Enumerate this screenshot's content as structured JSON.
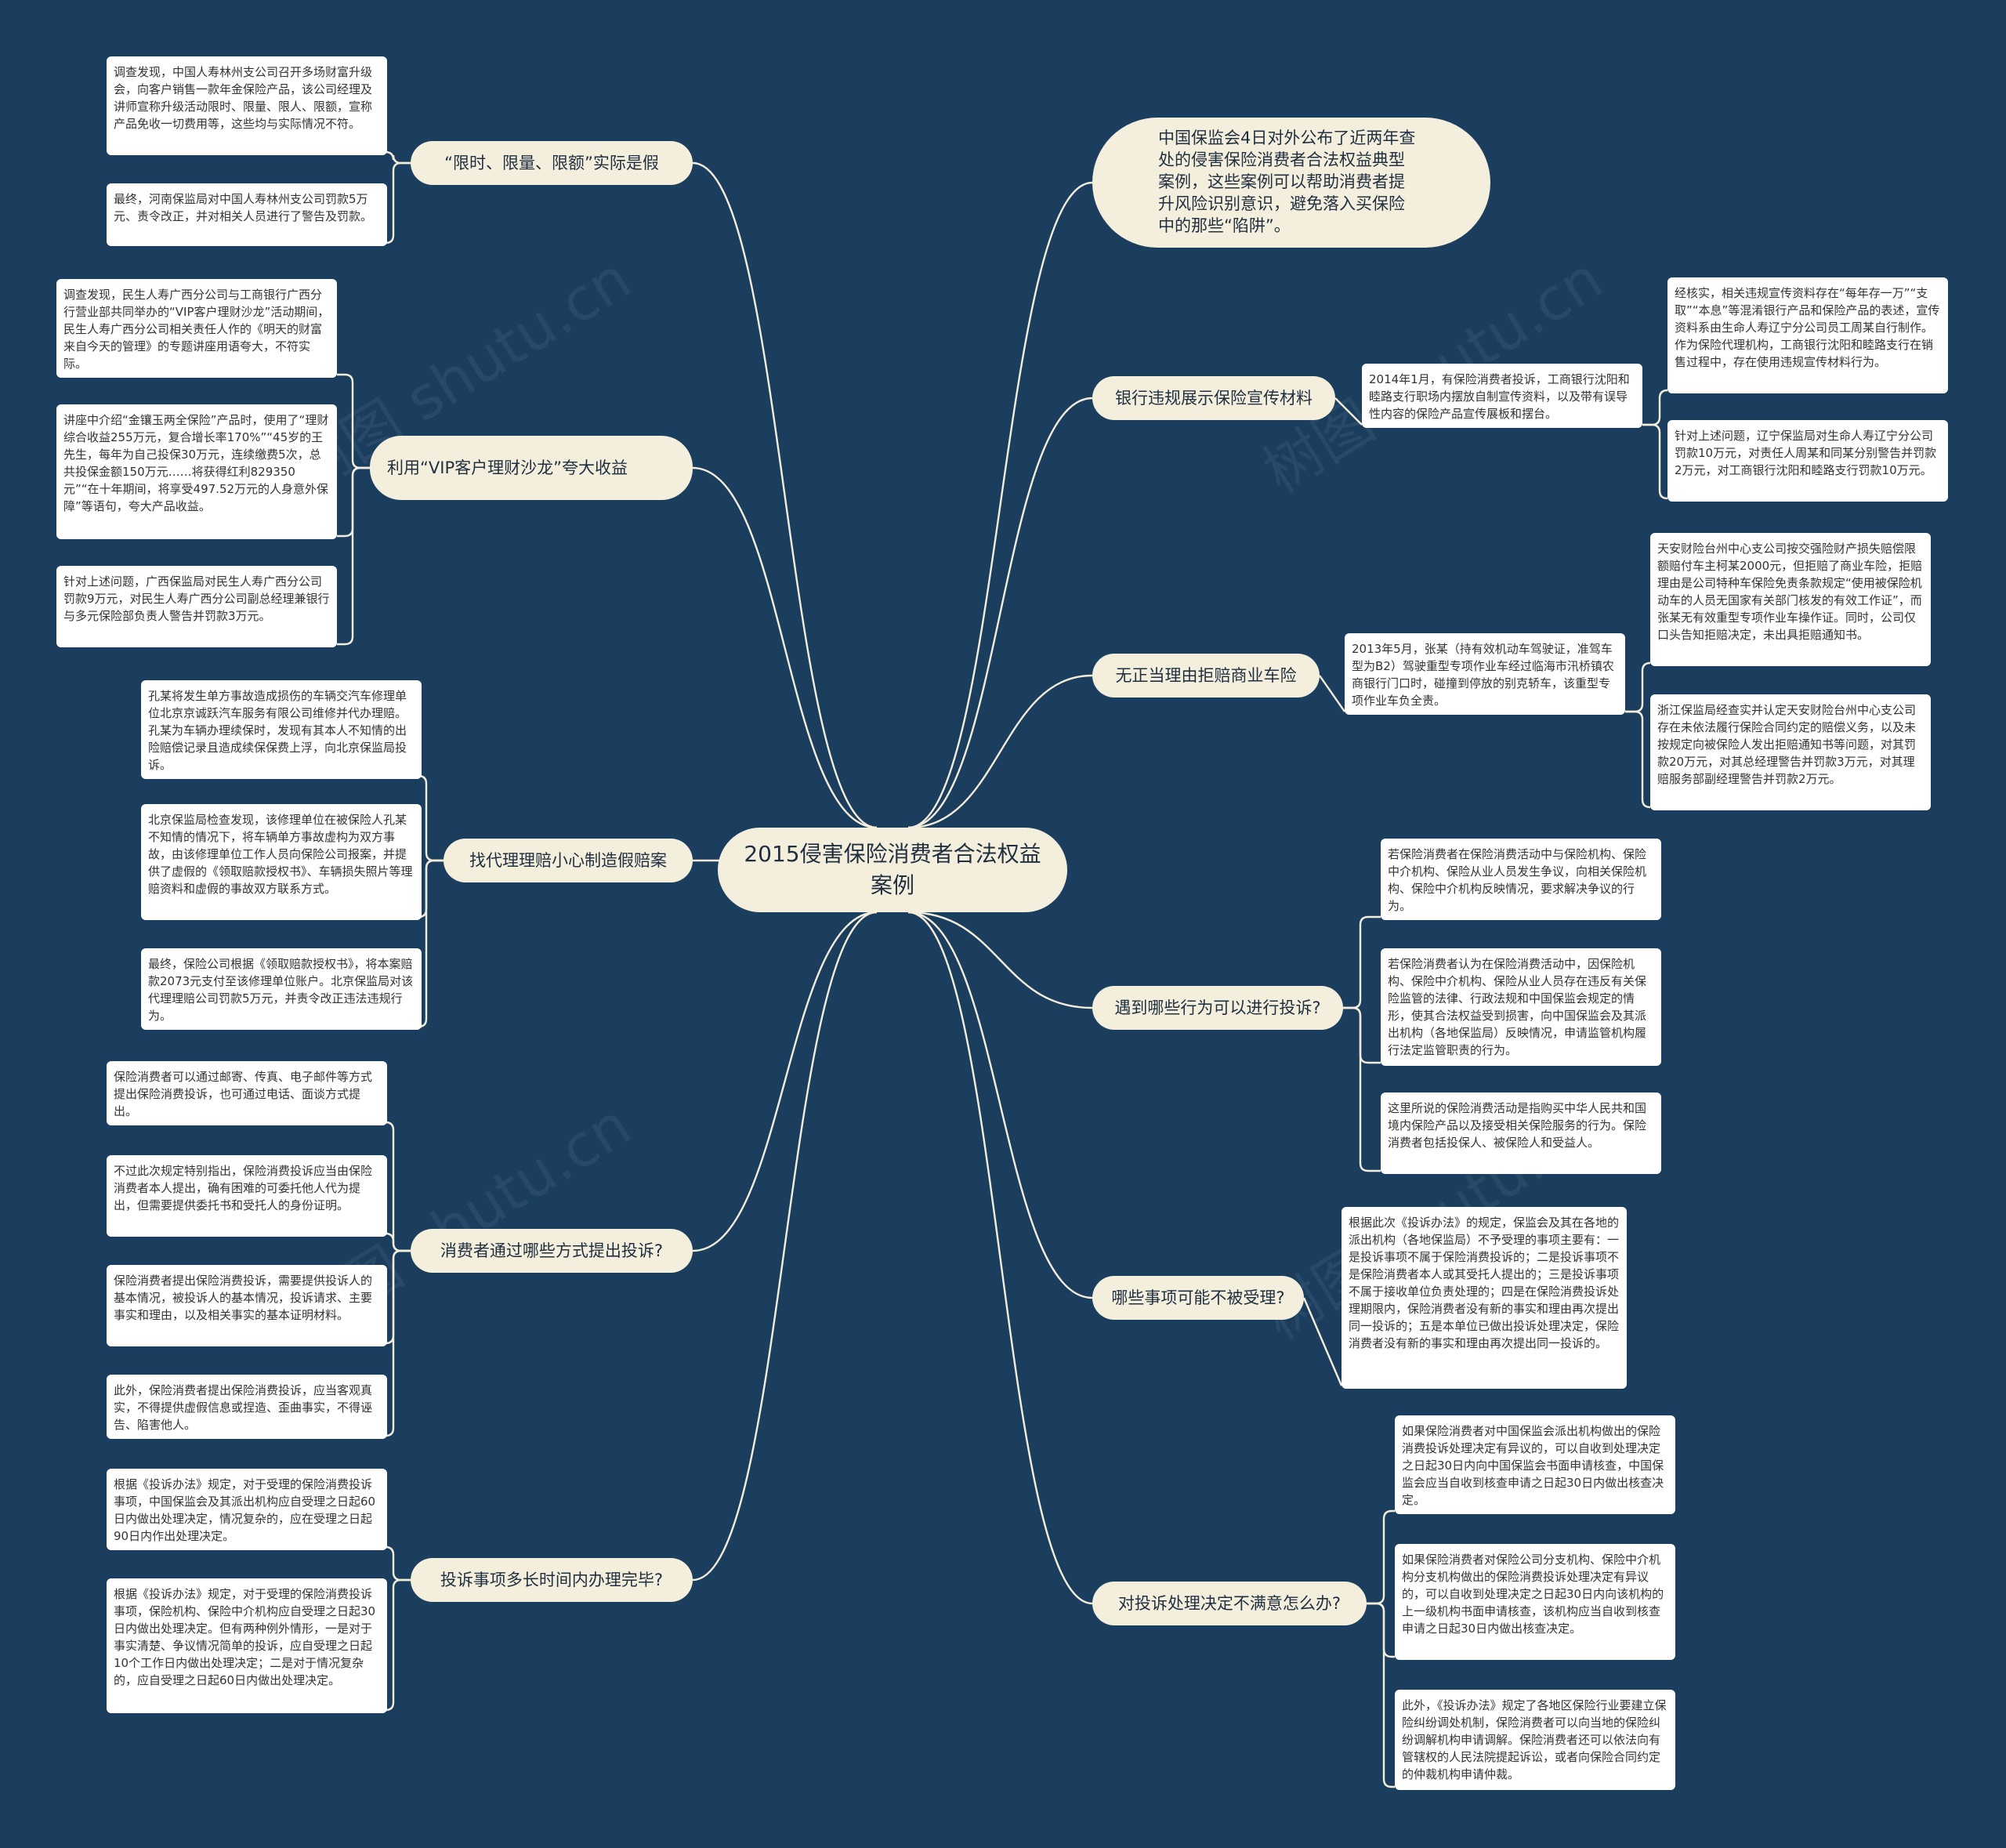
{
  "root": "2015侵害保险消费者合法权益案例",
  "intro": "中国保监会4日对外公布了近两年查处的侵害保险消费者合法权益典型案例，这些案例可以帮助消费者提升风险识别意识，避免落入买保险中的那些“陷阱”。",
  "left": [
    {
      "topic": "“限时、限量、限额”实际是假",
      "leaves": [
        "调查发现，中国人寿林州支公司召开多场财富升级会，向客户销售一款年金保险产品，该公司经理及讲师宣称升级活动限时、限量、限人、限额，宣称产品免收一切费用等，这些均与实际情况不符。",
        "最终，河南保监局对中国人寿林州支公司罚款5万元、责令改正，并对相关人员进行了警告及罚款。"
      ]
    },
    {
      "topic": "利用“VIP客户理财沙龙”夸大收益",
      "leaves": [
        "调查发现，民生人寿广西分公司与工商银行广西分行营业部共同举办的“VIP客户理财沙龙”活动期间，民生人寿广西分公司相关责任人作的《明天的财富来自今天的管理》的专题讲座用语夸大，不符实际。",
        "讲座中介绍“金镶玉两全保险”产品时，使用了“理财综合收益255万元，复合增长率170%”“45岁的王先生，每年为自己投保30万元，连续缴费5次，总共投保金额150万元……将获得红利829350元”“在十年期间，将享受497.52万元的人身意外保障”等语句，夸大产品收益。",
        "针对上述问题，广西保监局对民生人寿广西分公司罚款9万元，对民生人寿广西分公司副总经理兼银行与多元保险部负责人警告并罚款3万元。"
      ]
    },
    {
      "topic": "找代理理赔小心制造假赔案",
      "leaves": [
        "孔某将发生单方事故造成损伤的车辆交汽车修理单位北京京诚跃汽车服务有限公司维修并代办理赔。孔某为车辆办理续保时，发现有其本人不知情的出险赔偿记录且造成续保保费上浮，向北京保监局投诉。",
        "北京保监局检查发现，该修理单位在被保险人孔某不知情的情况下，将车辆单方事故虚构为双方事故，由该修理单位工作人员向保险公司报案，并提供了虚假的《领取赔款授权书》、车辆损失照片等理赔资料和虚假的事故双方联系方式。",
        "最终，保险公司根据《领取赔款授权书》，将本案赔款2073元支付至该修理单位账户。北京保监局对该代理理赔公司罚款5万元，并责令改正违法违规行为。"
      ]
    },
    {
      "topic": "消费者通过哪些方式提出投诉?",
      "leaves": [
        "保险消费者可以通过邮寄、传真、电子邮件等方式提出保险消费投诉，也可通过电话、面谈方式提出。",
        "不过此次规定特别指出，保险消费投诉应当由保险消费者本人提出，确有困难的可委托他人代为提出，但需要提供委托书和受托人的身份证明。",
        "保险消费者提出保险消费投诉，需要提供投诉人的基本情况，被投诉人的基本情况，投诉请求、主要事实和理由，以及相关事实的基本证明材料。",
        "此外，保险消费者提出保险消费投诉，应当客观真实，不得提供虚假信息或捏造、歪曲事实，不得诬告、陷害他人。"
      ]
    },
    {
      "topic": "投诉事项多长时间内办理完毕?",
      "leaves": [
        "根据《投诉办法》规定，对于受理的保险消费投诉事项，中国保监会及其派出机构应自受理之日起60日内做出处理决定，情况复杂的，应在受理之日起90日内作出处理决定。",
        "根据《投诉办法》规定，对于受理的保险消费投诉事项，保险机构、保险中介机构应自受理之日起30日内做出处理决定。但有两种例外情形，一是对于事实清楚、争议情况简单的投诉，应自受理之日起10个工作日内做出处理决定；二是对于情况复杂的，应自受理之日起60日内做出处理决定。"
      ]
    }
  ],
  "right": [
    {
      "topic": "银行违规展示保险宣传材料",
      "mid": "2014年1月，有保险消费者投诉，工商银行沈阳和睦路支行职场内摆放自制宣传资料，以及带有误导性内容的保险产品宣传展板和摆台。",
      "leaves": [
        "经核实，相关违规宣传资料存在“每年存一万”“支取”“本息”等混淆银行产品和保险产品的表述，宣传资料系由生命人寿辽宁分公司员工周某自行制作。作为保险代理机构，工商银行沈阳和睦路支行在销售过程中，存在使用违规宣传材料行为。",
        "针对上述问题，辽宁保监局对生命人寿辽宁分公司罚款10万元，对责任人周某和同某分别警告并罚款2万元，对工商银行沈阳和睦路支行罚款10万元。"
      ]
    },
    {
      "topic": "无正当理由拒赔商业车险",
      "mid": "2013年5月，张某（持有效机动车驾驶证，准驾车型为B2）驾驶重型专项作业车经过临海市汛桥镇农商银行门口时，碰撞到停放的别克轿车，该重型专项作业车负全责。",
      "leaves": [
        "天安财险台州中心支公司按交强险财产损失赔偿限额赔付车主柯某2000元，但拒赔了商业车险，拒赔理由是公司特种车保险免责条款规定“使用被保险机动车的人员无国家有关部门核发的有效工作证”，而张某无有效重型专项作业车操作证。同时，公司仅口头告知拒赔决定，未出具拒赔通知书。",
        "浙江保监局经查实并认定天安财险台州中心支公司存在未依法履行保险合同约定的赔偿义务，以及未按规定向被保险人发出拒赔通知书等问题，对其罚款20万元，对其总经理警告并罚款3万元，对其理赔服务部副经理警告并罚款2万元。"
      ]
    },
    {
      "topic": "遇到哪些行为可以进行投诉?",
      "leaves": [
        "若保险消费者在保险消费活动中与保险机构、保险中介机构、保险从业人员发生争议，向相关保险机构、保险中介机构反映情况，要求解决争议的行为。",
        "若保险消费者认为在保险消费活动中，因保险机构、保险中介机构、保险从业人员存在违反有关保险监管的法律、行政法规和中国保监会规定的情形，使其合法权益受到损害，向中国保监会及其派出机构（各地保监局）反映情况，申请监管机构履行法定监管职责的行为。",
        "这里所说的保险消费活动是指购买中华人民共和国境内保险产品以及接受相关保险服务的行为。保险消费者包括投保人、被保险人和受益人。"
      ]
    },
    {
      "topic": "哪些事项可能不被受理?",
      "mid": "根据此次《投诉办法》的规定，保监会及其在各地的派出机构（各地保监局）不予受理的事项主要有：一是投诉事项不属于保险消费投诉的；二是投诉事项不是保险消费者本人或其受托人提出的；三是投诉事项不属于接收单位负责处理的；四是在保险消费投诉处理期限内，保险消费者没有新的事实和理由再次提出同一投诉的；五是本单位已做出投诉处理决定，保险消费者没有新的事实和理由再次提出同一投诉的。",
      "leaves": []
    },
    {
      "topic": "对投诉处理决定不满意怎么办?",
      "leaves": [
        "如果保险消费者对中国保监会派出机构做出的保险消费投诉处理决定有异议的，可以自收到处理决定之日起30日内向中国保监会书面申请核查，中国保监会应当自收到核查申请之日起30日内做出核查决定。",
        "如果保险消费者对保险公司分支机构、保险中介机构分支机构做出的保险消费投诉处理决定有异议的，可以自收到处理决定之日起30日内向该机构的上一级机构书面申请核查，该机构应当自收到核查申请之日起30日内做出核查决定。",
        "此外，《投诉办法》规定了各地区保险行业要建立保险纠纷调处机制，保险消费者可以向当地的保险纠纷调解机构申请调解。保险消费者还可以依法向有管辖权的人民法院提起诉讼，或者向保险合同约定的仲裁机构申请仲裁。"
      ]
    }
  ],
  "colors": {
    "background": "#1b3e5e",
    "node": "#f4efdd",
    "leaf": "#ffffff",
    "line": "#f3eedc"
  }
}
